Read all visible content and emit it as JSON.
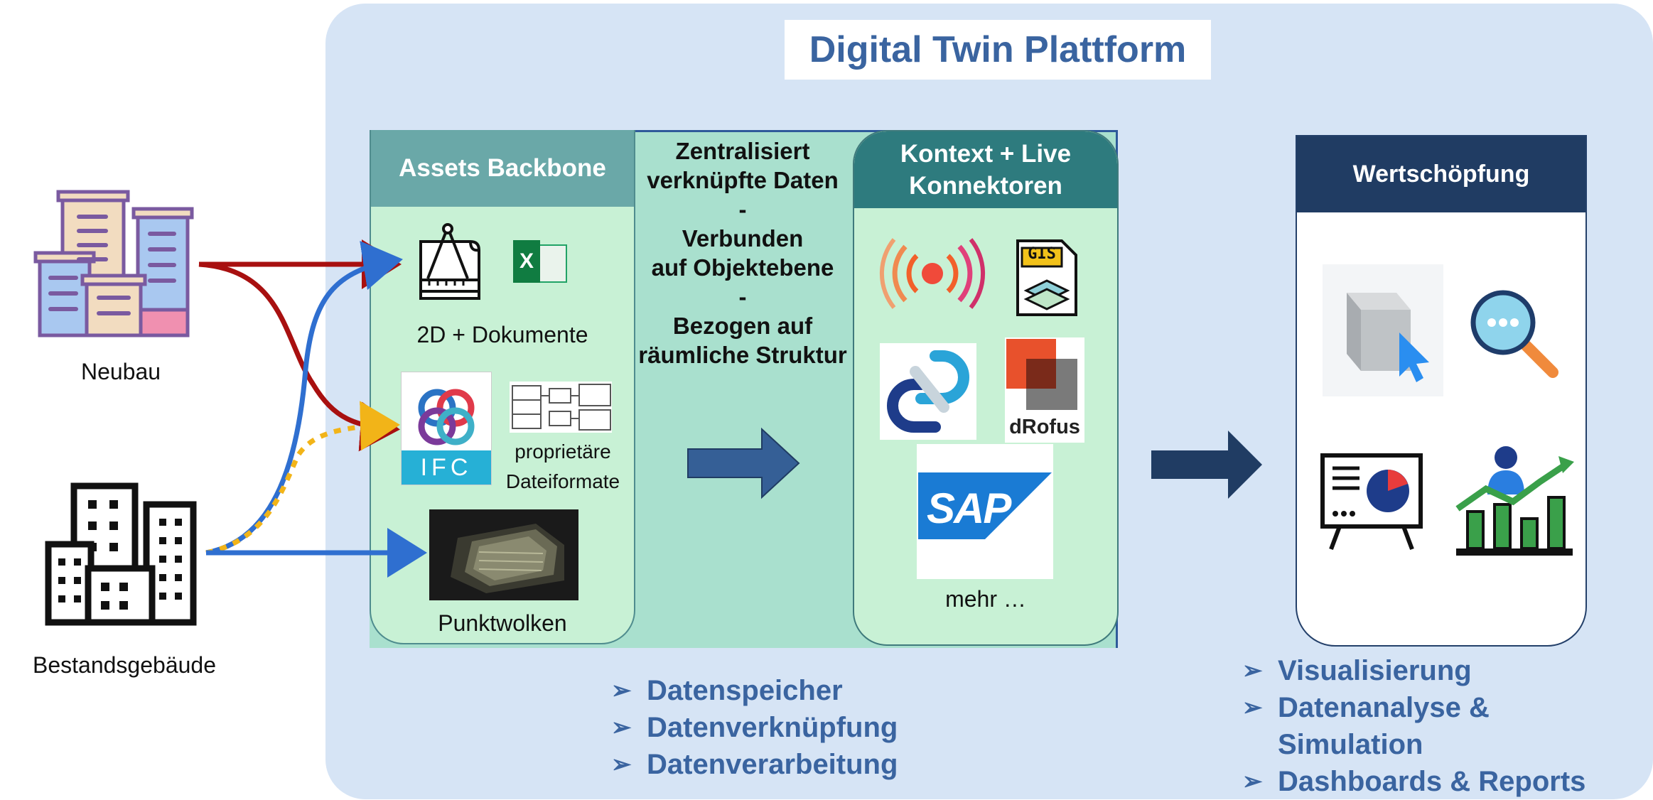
{
  "title": "Digital Twin Plattform",
  "sources": {
    "neubau": "Neubau",
    "bestand": "Bestandsgebäude"
  },
  "assets": {
    "header": "Assets Backbone",
    "docs_label": "2D + Dokumente",
    "excel_letter": "X",
    "ifc_label": "IFC",
    "proprietary_label_1": "proprietäre",
    "proprietary_label_2": "Dateiformate",
    "pointcloud_label": "Punktwolken"
  },
  "center_text": "Zentralisiert\nverknüpfte Daten\n-\nVerbunden\nauf Objektebene\n-\nBezogen auf\nräumliche Struktur",
  "kontext": {
    "header": "Kontext + Live Konnektoren",
    "gis_label": "GIS",
    "drofus_label": "dRofus",
    "sap_label": "SAP",
    "more_label": "mehr …"
  },
  "wert": {
    "header": "Wertschöpfung"
  },
  "platform_bullets": [
    "Datenspeicher",
    "Datenverknüpfung",
    "Datenverarbeitung"
  ],
  "wert_bullets": [
    "Visualisierung",
    "Datenanalyse &",
    "Simulation",
    "Dashboards & Reports"
  ],
  "colors": {
    "platform_bg": "#d6e4f5",
    "title_text": "#3a64a0",
    "assets_head": "#6aa8a8",
    "kontext_head": "#2e7b7e",
    "wert_head": "#203c63",
    "arrow_red": "#a81010",
    "arrow_blue": "#2f6fd0",
    "arrow_yellow": "#f2b418"
  }
}
